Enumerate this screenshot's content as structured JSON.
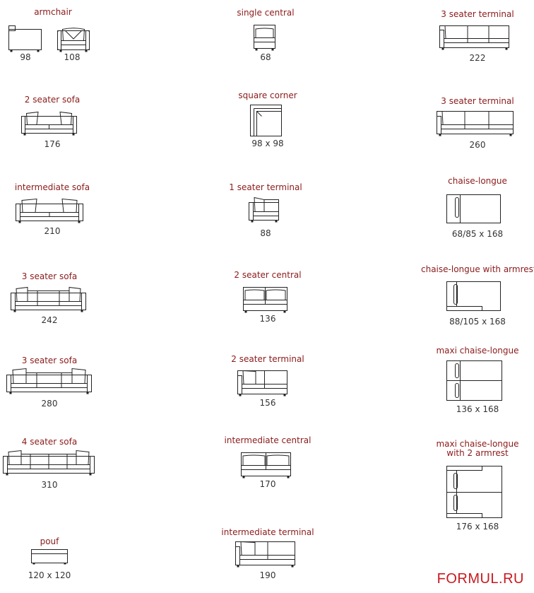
{
  "items": {
    "armchair": {
      "label": "armchair",
      "dims": [
        "98",
        "108"
      ]
    },
    "two_seater_sofa": {
      "label": "2 seater sofa",
      "dim": "176"
    },
    "intermediate_sofa": {
      "label": "intermediate sofa",
      "dim": "210"
    },
    "three_seater_sofa_242": {
      "label": "3 seater sofa",
      "dim": "242"
    },
    "three_seater_sofa_280": {
      "label": "3 seater sofa",
      "dim": "280"
    },
    "four_seater_sofa": {
      "label": "4 seater sofa",
      "dim": "310"
    },
    "pouf": {
      "label": "pouf",
      "dim": "120 x 120"
    },
    "single_central": {
      "label": "single central",
      "dim": "68"
    },
    "square_corner": {
      "label": "square corner",
      "dim": "98 x 98"
    },
    "one_seater_terminal": {
      "label": "1 seater terminal",
      "dim": "88"
    },
    "two_seater_central": {
      "label": "2 seater central",
      "dim": "136"
    },
    "two_seater_terminal": {
      "label": "2 seater terminal",
      "dim": "156"
    },
    "intermediate_central": {
      "label": "intermediate central",
      "dim": "170"
    },
    "intermediate_terminal": {
      "label": "intermediate terminal",
      "dim": "190"
    },
    "three_seater_terminal_222": {
      "label": "3 seater terminal",
      "dim": "222"
    },
    "three_seater_terminal_260": {
      "label": "3 seater terminal",
      "dim": "260"
    },
    "chaise_longue": {
      "label": "chaise-longue",
      "dim": "68/85 x 168"
    },
    "chaise_longue_armrest": {
      "label": "chaise-longue with armrest",
      "dim": "88/105 x 168"
    },
    "maxi_chaise_longue": {
      "label": "maxi chaise-longue",
      "dim": "136 x 168"
    },
    "maxi_chaise_longue_2_armrest": {
      "label_line1": "maxi chaise-longue",
      "label_line2": "with 2 armrest",
      "dim": "176 x 168"
    }
  },
  "watermark": "FORMUL.RU",
  "colors": {
    "label": "#8b1a1a",
    "dimension": "#333333",
    "line": "#222222",
    "watermark": "#c8191e"
  }
}
